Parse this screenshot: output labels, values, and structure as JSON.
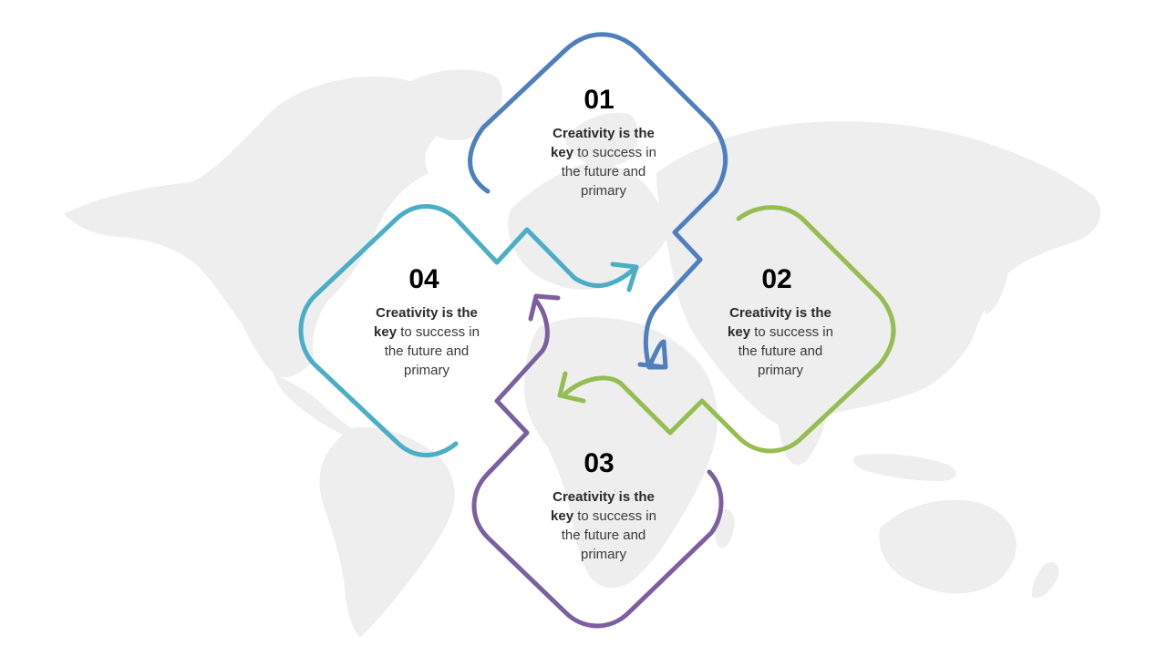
{
  "steps": [
    {
      "number": "01",
      "text_bold_a": "Creativity is the",
      "text_bold_b": "key",
      "text_rest": " to success in the future and primary",
      "color": "#4f7fbd"
    },
    {
      "number": "02",
      "text_bold_a": "Creativity is the",
      "text_bold_b": "key",
      "text_rest": " to success in the future and primary",
      "color": "#95bd52"
    },
    {
      "number": "03",
      "text_bold_a": "Creativity is the",
      "text_bold_b": "key",
      "text_rest": " to success in the future and primary",
      "color": "#7c5fa1"
    },
    {
      "number": "04",
      "text_bold_a": "Creativity is the",
      "text_bold_b": "key",
      "text_rest": " to success in the future and primary",
      "color": "#4aaec7"
    }
  ],
  "background": {
    "map_color": "#eeeeee"
  }
}
